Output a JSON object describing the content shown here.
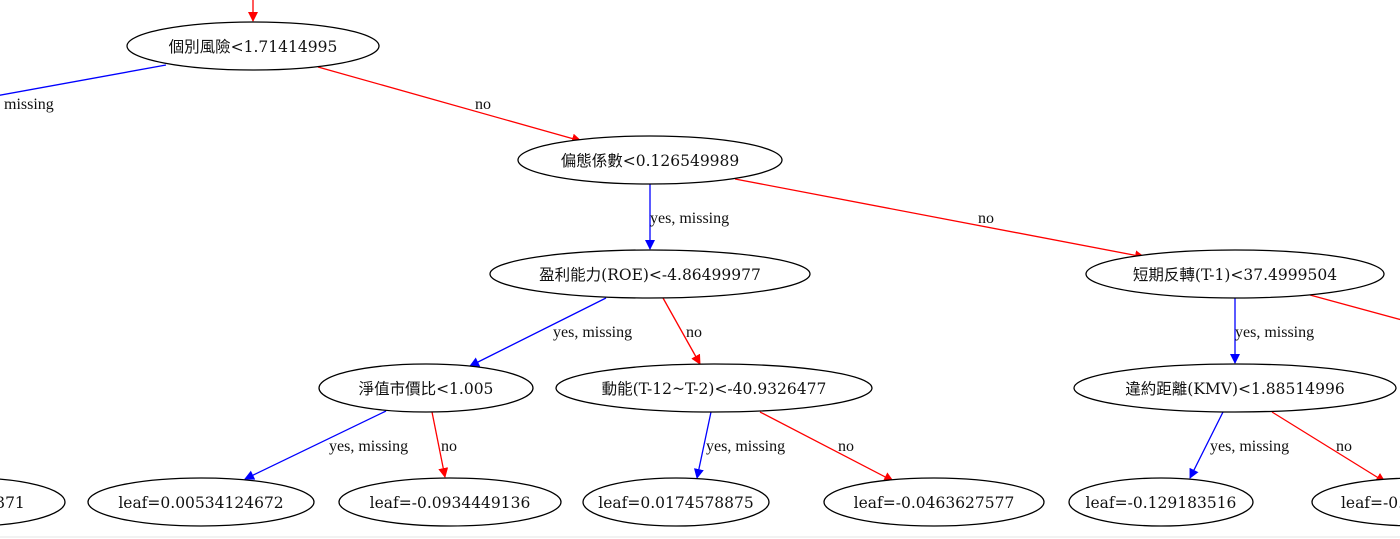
{
  "diagram": {
    "type": "xgboost-decision-tree",
    "colors": {
      "yes_edge": "#0000ff",
      "no_edge": "#ff0000",
      "node_border": "#000000",
      "background": "#ffffff"
    },
    "nodes": [
      {
        "id": "n_risk",
        "label": "個別風險<1.71414995",
        "kind": "split"
      },
      {
        "id": "n_skew",
        "label": "偏態係數<0.126549989",
        "kind": "split"
      },
      {
        "id": "n_roe",
        "label": "盈利能力(ROE)<-4.86499977",
        "kind": "split"
      },
      {
        "id": "n_rev",
        "label": "短期反轉(T-1)<37.4999504",
        "kind": "split"
      },
      {
        "id": "n_pb",
        "label": "淨值市價比<1.005",
        "kind": "split"
      },
      {
        "id": "n_mom",
        "label": "動能(T-12~T-2)<-40.9326477",
        "kind": "split"
      },
      {
        "id": "n_kmv",
        "label": "違約距離(KMV)<1.88514996",
        "kind": "split"
      },
      {
        "id": "l_partial_left",
        "label": "371",
        "kind": "leaf"
      },
      {
        "id": "l_1",
        "label": "leaf=0.00534124672",
        "kind": "leaf"
      },
      {
        "id": "l_2",
        "label": "leaf=-0.0934449136",
        "kind": "leaf"
      },
      {
        "id": "l_3",
        "label": "leaf=0.0174578875",
        "kind": "leaf"
      },
      {
        "id": "l_4",
        "label": "leaf=-0.0463627577",
        "kind": "leaf"
      },
      {
        "id": "l_5",
        "label": "leaf=-0.129183516",
        "kind": "leaf"
      },
      {
        "id": "l_partial_right",
        "label": "leaf=-0.",
        "kind": "leaf"
      }
    ],
    "edges": [
      {
        "from": "parent_offscreen",
        "to": "n_risk",
        "branch": "no",
        "label": ""
      },
      {
        "from": "n_risk",
        "to": "offscreen_left",
        "branch": "yes",
        "label": "missing"
      },
      {
        "from": "n_risk",
        "to": "n_skew",
        "branch": "no",
        "label": "no"
      },
      {
        "from": "n_skew",
        "to": "n_roe",
        "branch": "yes",
        "label": "yes, missing"
      },
      {
        "from": "n_skew",
        "to": "n_rev",
        "branch": "no",
        "label": "no"
      },
      {
        "from": "n_roe",
        "to": "n_pb",
        "branch": "yes",
        "label": "yes, missing"
      },
      {
        "from": "n_roe",
        "to": "n_mom",
        "branch": "no",
        "label": "no"
      },
      {
        "from": "n_rev",
        "to": "n_kmv",
        "branch": "yes",
        "label": "yes, missing"
      },
      {
        "from": "n_rev",
        "to": "offscreen_right",
        "branch": "no",
        "label": ""
      },
      {
        "from": "n_pb",
        "to": "l_1",
        "branch": "yes",
        "label": "yes, missing"
      },
      {
        "from": "n_pb",
        "to": "l_2",
        "branch": "no",
        "label": "no"
      },
      {
        "from": "n_mom",
        "to": "l_3",
        "branch": "yes",
        "label": "yes, missing"
      },
      {
        "from": "n_mom",
        "to": "l_4",
        "branch": "no",
        "label": "no"
      },
      {
        "from": "n_kmv",
        "to": "l_5",
        "branch": "yes",
        "label": "yes, missing"
      },
      {
        "from": "n_kmv",
        "to": "l_partial_right",
        "branch": "no",
        "label": "no"
      }
    ]
  }
}
